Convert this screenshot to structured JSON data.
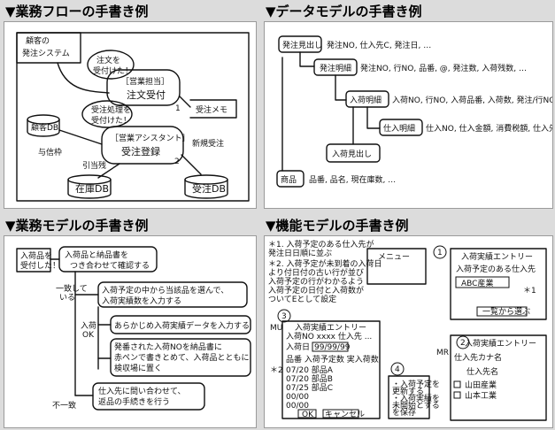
{
  "panels": [
    {
      "title": "▼業務フローの手書き例",
      "labels": {
        "external_system": [
          "顧客の",
          "発注システム"
        ],
        "order_note": [
          "注文を",
          "受付けた！"
        ],
        "business_staff": "［営業担当］",
        "order_receive": "注文受付",
        "order_memo": "受注メモ",
        "inventory_db": "在庫DB",
        "customer_db": "顧客DB",
        "update_label": "与信枠",
        "confirm_note": [
          "受注処理を",
          "受付けた！"
        ],
        "assistant": "［営業アシスタント］",
        "order_register": "受注登録",
        "allocate": "引当残",
        "new_order": "新規受注",
        "order_db": "受注DB",
        "step1": "1",
        "step2": "2"
      }
    },
    {
      "title": "▼データモデルの手書き例",
      "labels": {
        "row1_head": "発注見出し",
        "row1_fields": "発注NO, 仕入先C, 発注日, …",
        "row2_head": "発注明細",
        "row2_fields": "発注NO, 行NO, 品番, @, 発注数, 入荷残数, …",
        "row3_head": "入荷明細",
        "row3_fields": "入荷NO, 行NO, 入荷品番, 入荷数, 発注/行NO, …",
        "row4_head": "仕入明細",
        "row4_fields": "仕入NO, 仕入金額, 消費税額, 仕入先, …",
        "row5_head": "入荷見出し",
        "row6_head": "商品",
        "row6_fields": "品番, 品名, 現在庫数, …"
      }
    },
    {
      "title": "▼業務モデルの手書き例",
      "labels": {
        "start": [
          "入荷品を",
          "受付した！"
        ],
        "step_a": [
          "入荷品と納品書を",
          "つき合わせて確認する"
        ],
        "side_a": [
          "一致して",
          "いる"
        ],
        "step_b": [
          "入荷予定の中から当該品を選んで、",
          "入荷実績数を入力する"
        ],
        "side_b": [
          "入荷",
          "OK"
        ],
        "step_c": "あらかじめ入荷実績データを入力する",
        "step_d": [
          "発番された入荷NOを納品書に",
          "赤ペンで書きとめて、入荷品とともに",
          "検収場に置く"
        ],
        "side_c": "不一致",
        "step_e": [
          "仕入先に問い合わせて、",
          "返品の手続きを行う"
        ]
      }
    },
    {
      "title": "▼機能モデルの手書き例",
      "labels": {
        "notes": [
          "＊1. 入荷予定のある仕入先が",
          "   発注日日順に並ぶ",
          "＊2. 入荷予定が未到着の入荷日",
          "   より付日付の古い行が並び",
          "   入荷予定の行がわかるよう",
          "   入荷予定の日付と入荷数が",
          "   ついてEとして設定"
        ],
        "menu_title": "メニュー",
        "entry_title": "入荷実績エントリー",
        "supplier_prompt": "入荷予定のある仕入先",
        "supplier_selected": "ABC産業",
        "list_button": "一覧から選ぶ",
        "mark1": "＊1",
        "main_title": "入荷実績エントリー",
        "main_sub": "入荷NO xxxx 仕入先 ...",
        "date_label": "入荷日",
        "date_value": "99/99/99",
        "col_heads": "品番  入荷予定数  実入荷数",
        "rows": [
          "07/20  部品A",
          "07/20  部品B",
          "07/25  部品C",
          "00/00",
          "00/00"
        ],
        "ok_btn": "OK",
        "cancel_btn": "キャンセル",
        "mu_label": "MU",
        "mr_label": "MR",
        "mark2": "＊2",
        "circle1": "1",
        "circle2": "2",
        "circle3": "3",
        "circle4": "4",
        "memo_lines": [
          "・入荷予定を",
          "  更新する",
          "・入荷実績を",
          "  未開始とする",
          "  を保存"
        ],
        "sub_entry_title": "入荷実績エントリー",
        "sub_field": "仕入先カナ名",
        "sub_head": "仕入先名",
        "sub_items": [
          "山田産業",
          "山本工業"
        ]
      }
    }
  ]
}
